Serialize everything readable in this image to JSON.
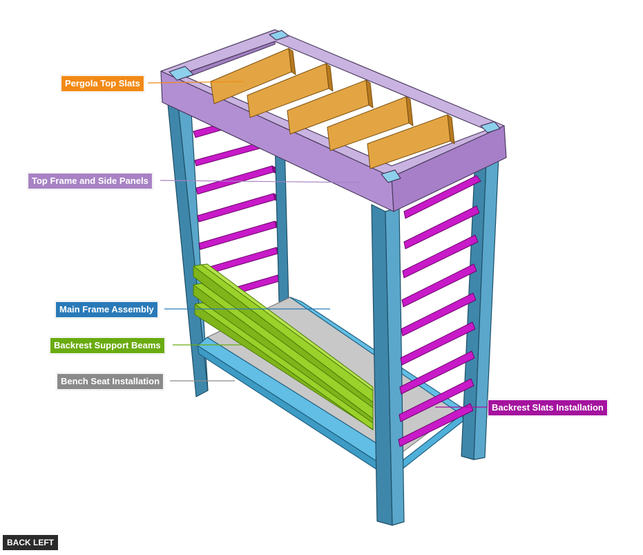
{
  "view_label": "BACK LEFT",
  "colors": {
    "frame": "#4f9dc0",
    "frame_dark": "#2e6f8f",
    "bench_frame": "#62bee4",
    "seat": "#c8c8c8",
    "top_frame": "#b79cd3",
    "top_slats": "#e3a543",
    "back_slats": "#c81ac8",
    "backrest_beams": "#86bf1e"
  },
  "callouts": [
    {
      "id": "pergola-top-slats",
      "text": "Pergola Top Slats",
      "color": "#f28a15"
    },
    {
      "id": "top-frame-side-panels",
      "text": "Top Frame and Side Panels",
      "color": "#a882c4"
    },
    {
      "id": "main-frame-assembly",
      "text": "Main Frame Assembly",
      "color": "#2a7ab8"
    },
    {
      "id": "backrest-support-beams",
      "text": "Backrest Support Beams",
      "color": "#6aab10"
    },
    {
      "id": "bench-seat-installation",
      "text": "Bench Seat Installation",
      "color": "#8a8a8a"
    },
    {
      "id": "backrest-slats-installation",
      "text": "Backrest Slats Installation",
      "color": "#a4139e"
    }
  ]
}
